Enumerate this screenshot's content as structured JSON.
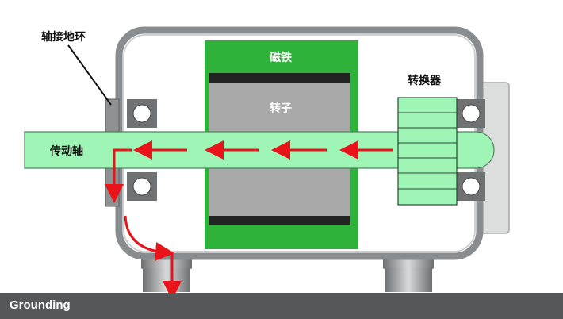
{
  "labels": {
    "grounding_ring": "轴接地环",
    "magnet": "磁铁",
    "commutator": "转换器",
    "rotor": "转子",
    "drive_shaft": "传动轴"
  },
  "footer": {
    "caption": "Grounding"
  },
  "colors": {
    "shaft_fill": "#9ff5b5",
    "magnet_green": "#2eb23a",
    "rotor_gray": "#a9a9a9",
    "rotor_bar": "#222222",
    "housing_outline": "#8a8d90",
    "arrow_red": "#e8141a",
    "footer_bg": "#555759"
  },
  "icons": [
    "current-flow-arrow",
    "bearing",
    "motor-foot"
  ]
}
